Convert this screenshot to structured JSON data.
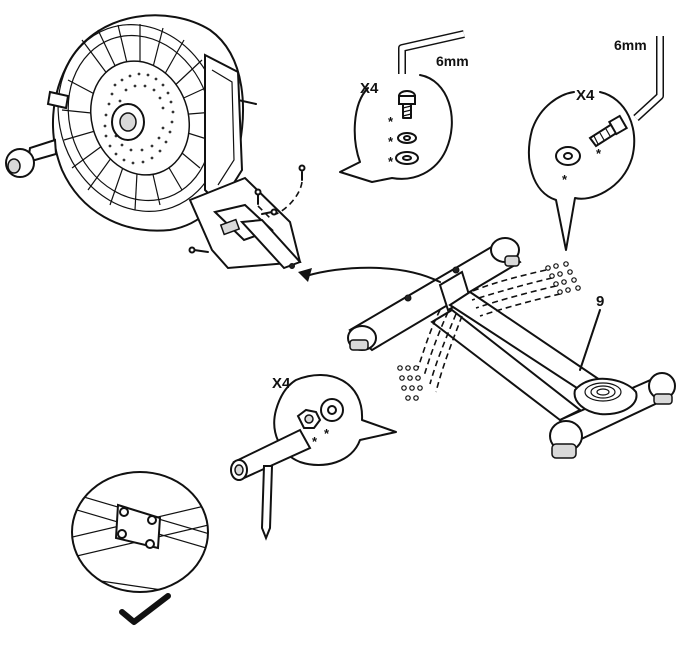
{
  "callouts": {
    "top_center": {
      "qty": "X4",
      "tool": "6mm"
    },
    "top_right": {
      "qty": "X4",
      "tool": "6mm"
    },
    "bottom_center": {
      "qty": "X4"
    }
  },
  "part_number": "9",
  "asterisk": "*",
  "icons": [
    "allen-key-icon",
    "socket-wrench-icon",
    "checkmark-icon"
  ]
}
